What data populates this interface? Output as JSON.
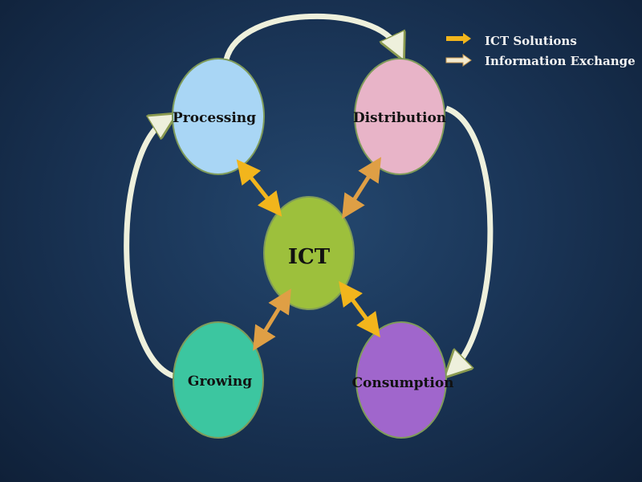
{
  "nodes": {
    "processing": {
      "label": "Processing",
      "color": "#a9d6f5"
    },
    "distribution": {
      "label": "Distribution",
      "color": "#e8b4c8"
    },
    "ict": {
      "label": "ICT",
      "color": "#9dc03c"
    },
    "growing": {
      "label": "Growing",
      "color": "#3cc6a0"
    },
    "consumption": {
      "label": "Consumption",
      "color": "#a066cc"
    }
  },
  "legend": {
    "ict_solutions": {
      "label": "ICT Solutions",
      "color": "#f2b51c"
    },
    "information_exchange": {
      "label": "Information Exchange",
      "color": "#f3ead0"
    }
  },
  "colors": {
    "orange_arrow": "#df9f45",
    "white_arrow": "#eef0dc"
  }
}
